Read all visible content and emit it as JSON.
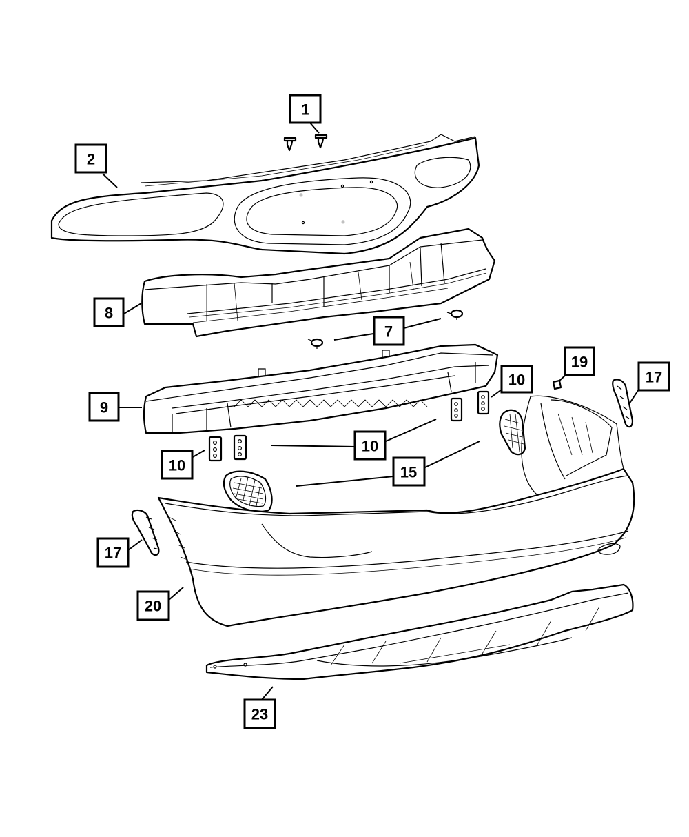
{
  "callouts": [
    {
      "id": "c1",
      "label": "1"
    },
    {
      "id": "c2",
      "label": "2"
    },
    {
      "id": "c8",
      "label": "8"
    },
    {
      "id": "c7",
      "label": "7"
    },
    {
      "id": "c9",
      "label": "9"
    },
    {
      "id": "c19",
      "label": "19"
    },
    {
      "id": "c17a",
      "label": "17"
    },
    {
      "id": "c10a",
      "label": "10"
    },
    {
      "id": "c10b",
      "label": "10"
    },
    {
      "id": "c10c",
      "label": "10"
    },
    {
      "id": "c15",
      "label": "15"
    },
    {
      "id": "c17b",
      "label": "17"
    },
    {
      "id": "c20",
      "label": "20"
    },
    {
      "id": "c23",
      "label": "23"
    }
  ]
}
